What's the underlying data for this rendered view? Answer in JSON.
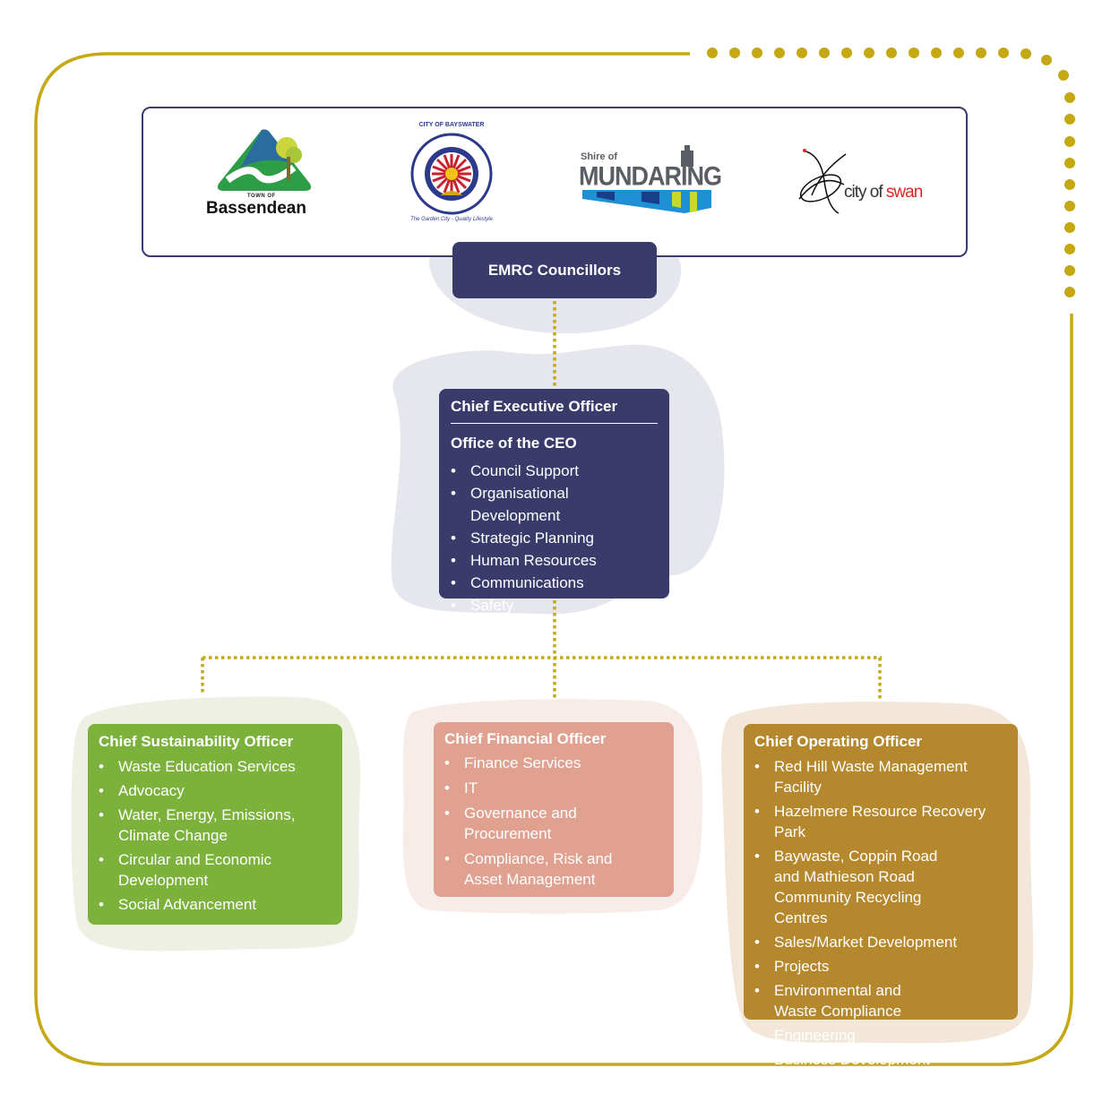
{
  "councils": {
    "bassendean": {
      "small": "TOWN OF",
      "name": "Bassendean"
    },
    "bayswater": {
      "ring_top": "CITY OF BAYSWATER",
      "ring_bottom": "The Garden City - Quality Lifestyle"
    },
    "mundaring": {
      "small": "Shire of",
      "name": "MUNDARING"
    },
    "swan": {
      "prefix": "city of ",
      "name": "swan"
    }
  },
  "councillors": {
    "label": "EMRC Councillors"
  },
  "ceo": {
    "title": "Chief Executive Officer",
    "subtitle": "Office of the CEO",
    "items": [
      "Council Support",
      "Organisational Development",
      "Strategic Planning",
      "Human Resources",
      "Communications",
      "Safety"
    ]
  },
  "sustainability": {
    "title": "Chief Sustainability Officer",
    "items": [
      "Waste Education Services",
      "Advocacy",
      "Water, Energy, Emissions, Climate Change",
      "Circular and Economic Development",
      "Social Advancement"
    ]
  },
  "financial": {
    "title": "Chief Financial Officer",
    "items": [
      "Finance Services",
      "IT",
      "Governance and Procurement",
      "Compliance, Risk and Asset Management"
    ]
  },
  "operating": {
    "title": "Chief Operating Officer",
    "items": [
      "Red Hill Waste Management Facility",
      "Hazelmere Resource Recovery Park",
      "Baywaste, Coppin Road and Mathieson Road Community Recycling Centres",
      "Sales/Market Development",
      "Projects",
      "Environmental and Waste Compliance",
      "Engineering",
      "Business Development"
    ]
  },
  "colors": {
    "frame": "#c4a814",
    "navy": "#3a3b6b",
    "green": "#7cb23c",
    "salmon": "#e0a190",
    "gold": "#b5882e"
  }
}
